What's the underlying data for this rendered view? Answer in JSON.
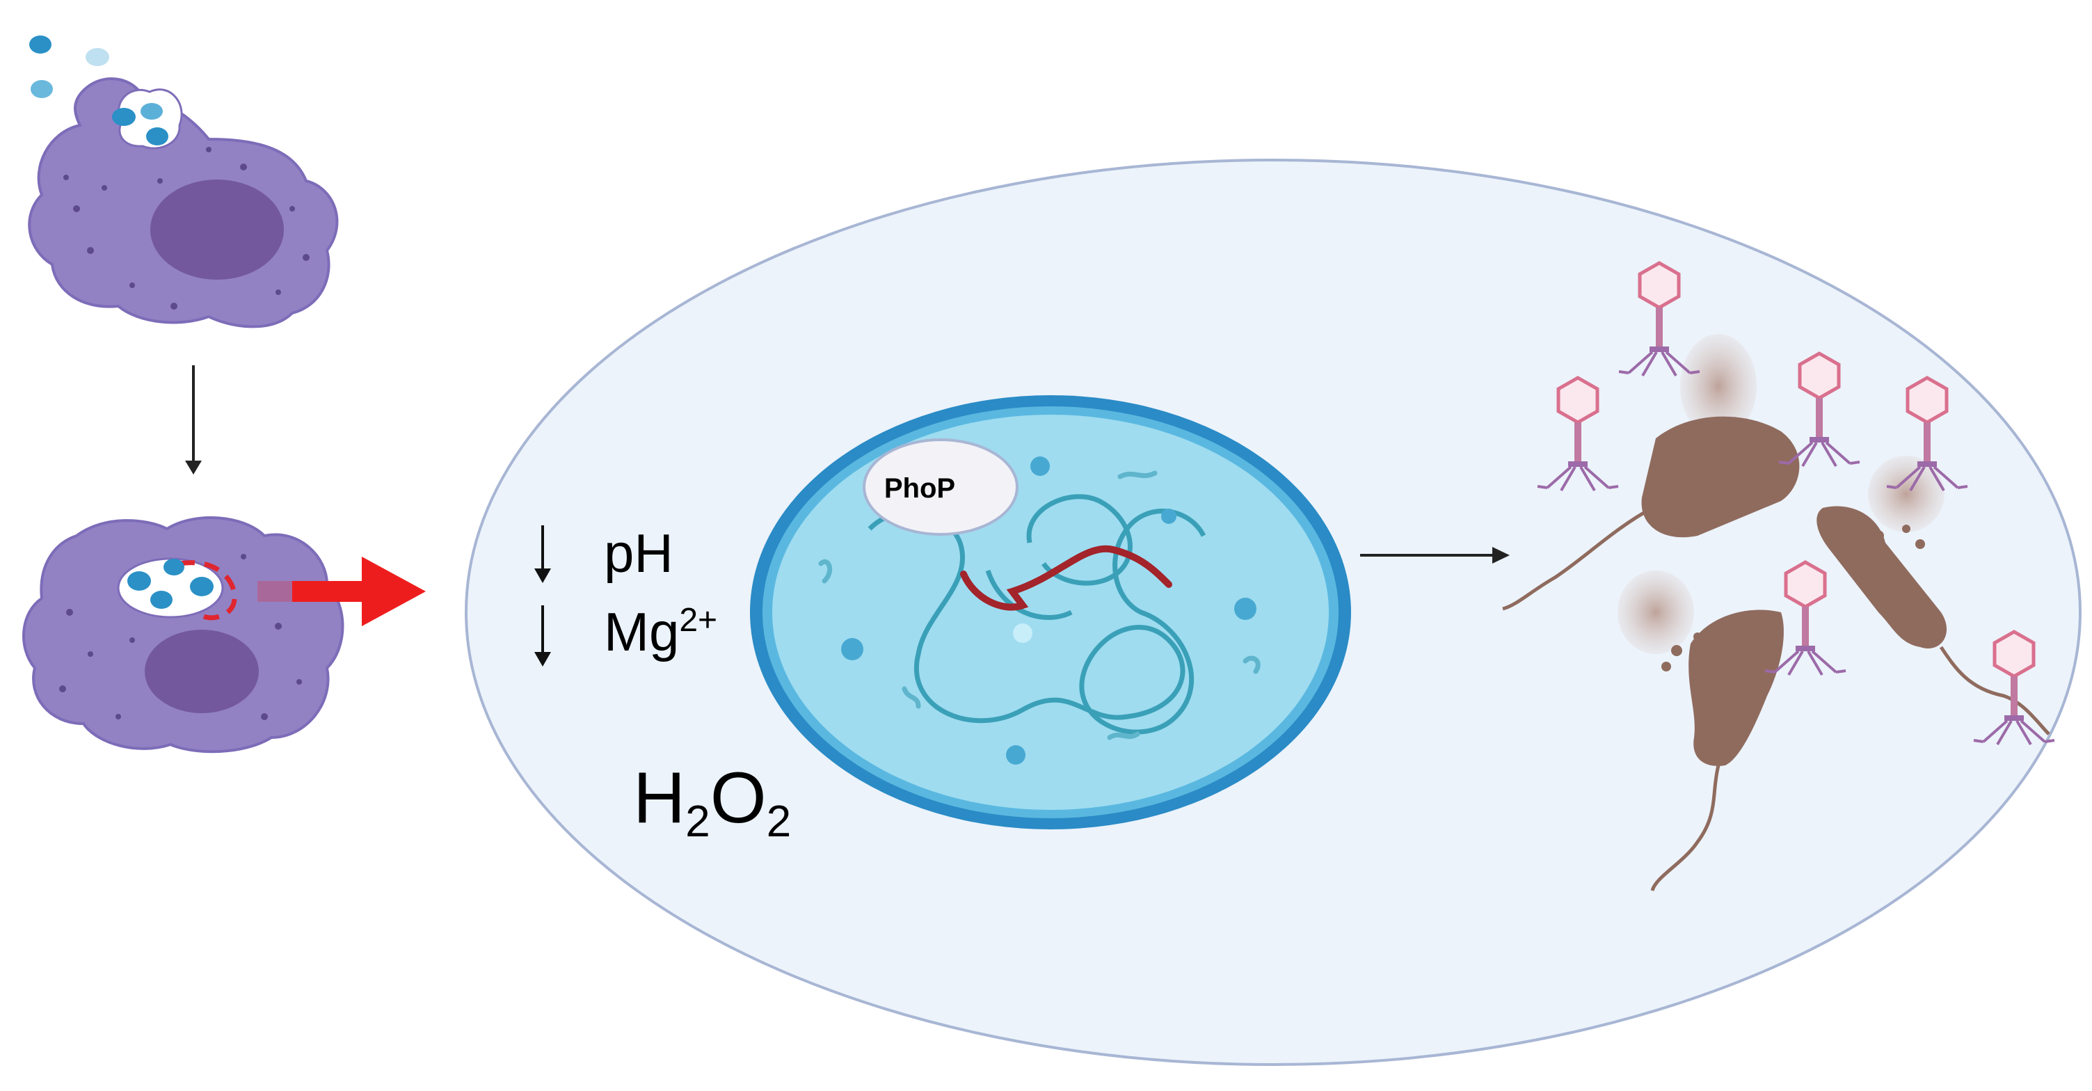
{
  "labels": {
    "phop": "PhoP",
    "ph": "pH",
    "mg": "Mg",
    "mg_superscript": "2+",
    "h2o2_h": "H",
    "h2o2_sub1": "2",
    "h2o2_o": "O",
    "h2o2_sub2": "2"
  },
  "colors": {
    "macrophage": "#9282c4",
    "macrophage_outline": "#7d6cb8",
    "nucleus": "#74589e",
    "vacuole": "#ffffff",
    "bacterium_blue": "#2a90c6",
    "bacterium_light": "#bfe0f0",
    "vacuole_membrane_dashed": "#e0262e",
    "big_red_arrow": "#ee1d1d",
    "host_cell_fill": "#ecf3fb",
    "host_cell_outline": "#a8b6d4",
    "pathogen_outer": "#2a8bc6",
    "pathogen_inner": "#9fdcf0",
    "dna": "#3aa0b8",
    "red_dna": "#a3242a",
    "phop_fill": "#f3f3f7",
    "lysed_bacterium": "#8f6b5e",
    "phage_head": "#e0a0b4",
    "phage_tail": "#9c6aa8",
    "debris": "#c7aca4"
  },
  "icons": [
    "macrophage-icon",
    "bacterium-icon",
    "phage-icon",
    "lysed-bacterium-icon",
    "down-arrow-icon",
    "right-arrow-icon"
  ]
}
